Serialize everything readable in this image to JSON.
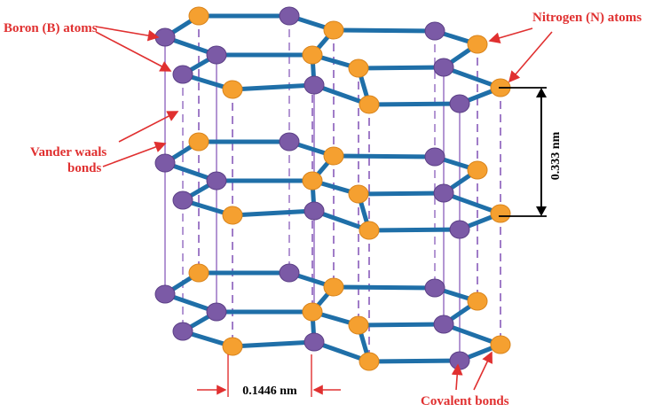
{
  "labels": {
    "boron": "Boron (B) atoms",
    "nitrogen": "Nitrogen (N) atoms",
    "vdw_line1": "Vander waals",
    "vdw_line2": "bonds",
    "covalent": "Covalent bonds",
    "interlayer": "0.333 nm",
    "bond_length": "0.1446 nm"
  },
  "colors": {
    "boron": "#7b5aa6",
    "nitrogen": "#f5a030",
    "bond": "#1f6fa8",
    "vdw": "#a07cc8",
    "annotation": "#e03030",
    "dimension": "#000000"
  }
}
